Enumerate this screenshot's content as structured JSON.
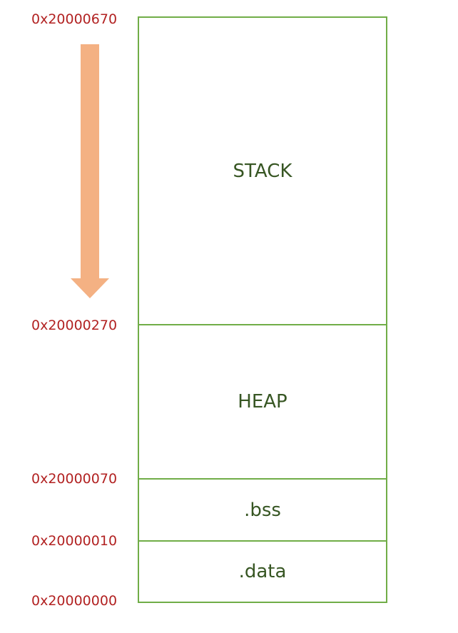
{
  "addresses": {
    "a_0670": "0x20000670",
    "a_0270": "0x20000270",
    "a_0070": "0x20000070",
    "a_0010": "0x20000010",
    "a_0000": "0x20000000"
  },
  "regions": {
    "stack": ".",
    "heap": "HEAP",
    "bss": ".bss",
    "data": ".data"
  },
  "stack_label": "STACK",
  "colors": {
    "address": "#b22222",
    "border": "#70ad47",
    "label": "#375623",
    "arrow": "#f4b183"
  },
  "icons": {
    "growth_arrow": "down-arrow-icon"
  }
}
